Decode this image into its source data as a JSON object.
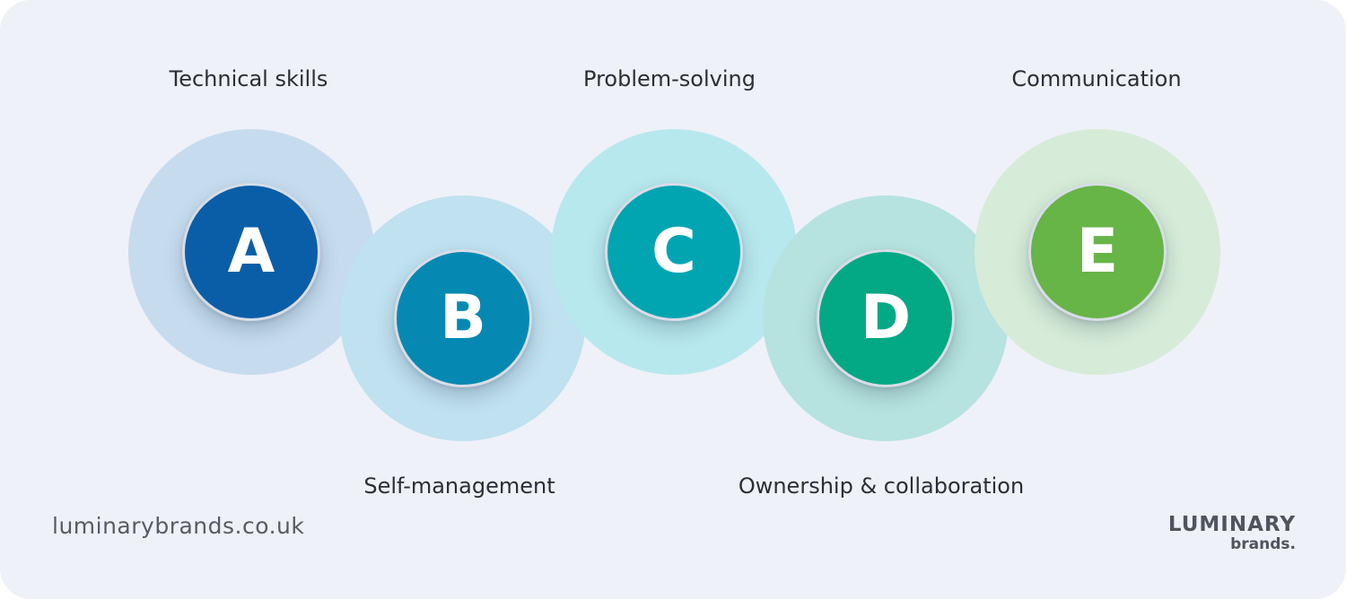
{
  "website": "luminarybrands.co.uk",
  "logo": {
    "line1": "LUMINARY",
    "line2": "brands."
  },
  "steps": [
    {
      "letter": "A",
      "label": "Technical skills",
      "disc_color": "#0a5ea8",
      "halo_color": "#c6dcee"
    },
    {
      "letter": "B",
      "label": "Self-management",
      "disc_color": "#0589b2",
      "halo_color": "#c0e1ef"
    },
    {
      "letter": "C",
      "label": "Problem-solving",
      "disc_color": "#01a5b2",
      "halo_color": "#b7e8ed"
    },
    {
      "letter": "D",
      "label": "Ownership & collaboration",
      "disc_color": "#02a984",
      "halo_color": "#b6e3df"
    },
    {
      "letter": "E",
      "label": "Communication",
      "disc_color": "#67b447",
      "halo_color": "#d6ecd8"
    }
  ]
}
